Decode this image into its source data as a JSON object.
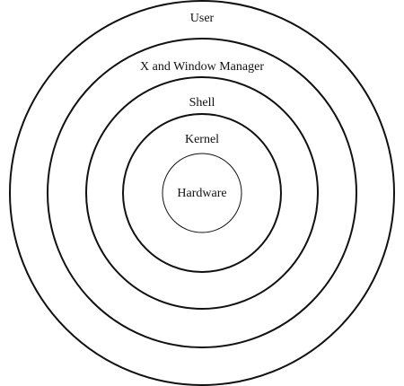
{
  "diagram": {
    "layers": [
      {
        "label": "User"
      },
      {
        "label": "X and Window Manager"
      },
      {
        "label": "Shell"
      },
      {
        "label": "Kernel"
      },
      {
        "label": "Hardware"
      }
    ],
    "colors": {
      "stroke": "#111111",
      "background": "#ffffff",
      "text": "#111111"
    }
  }
}
